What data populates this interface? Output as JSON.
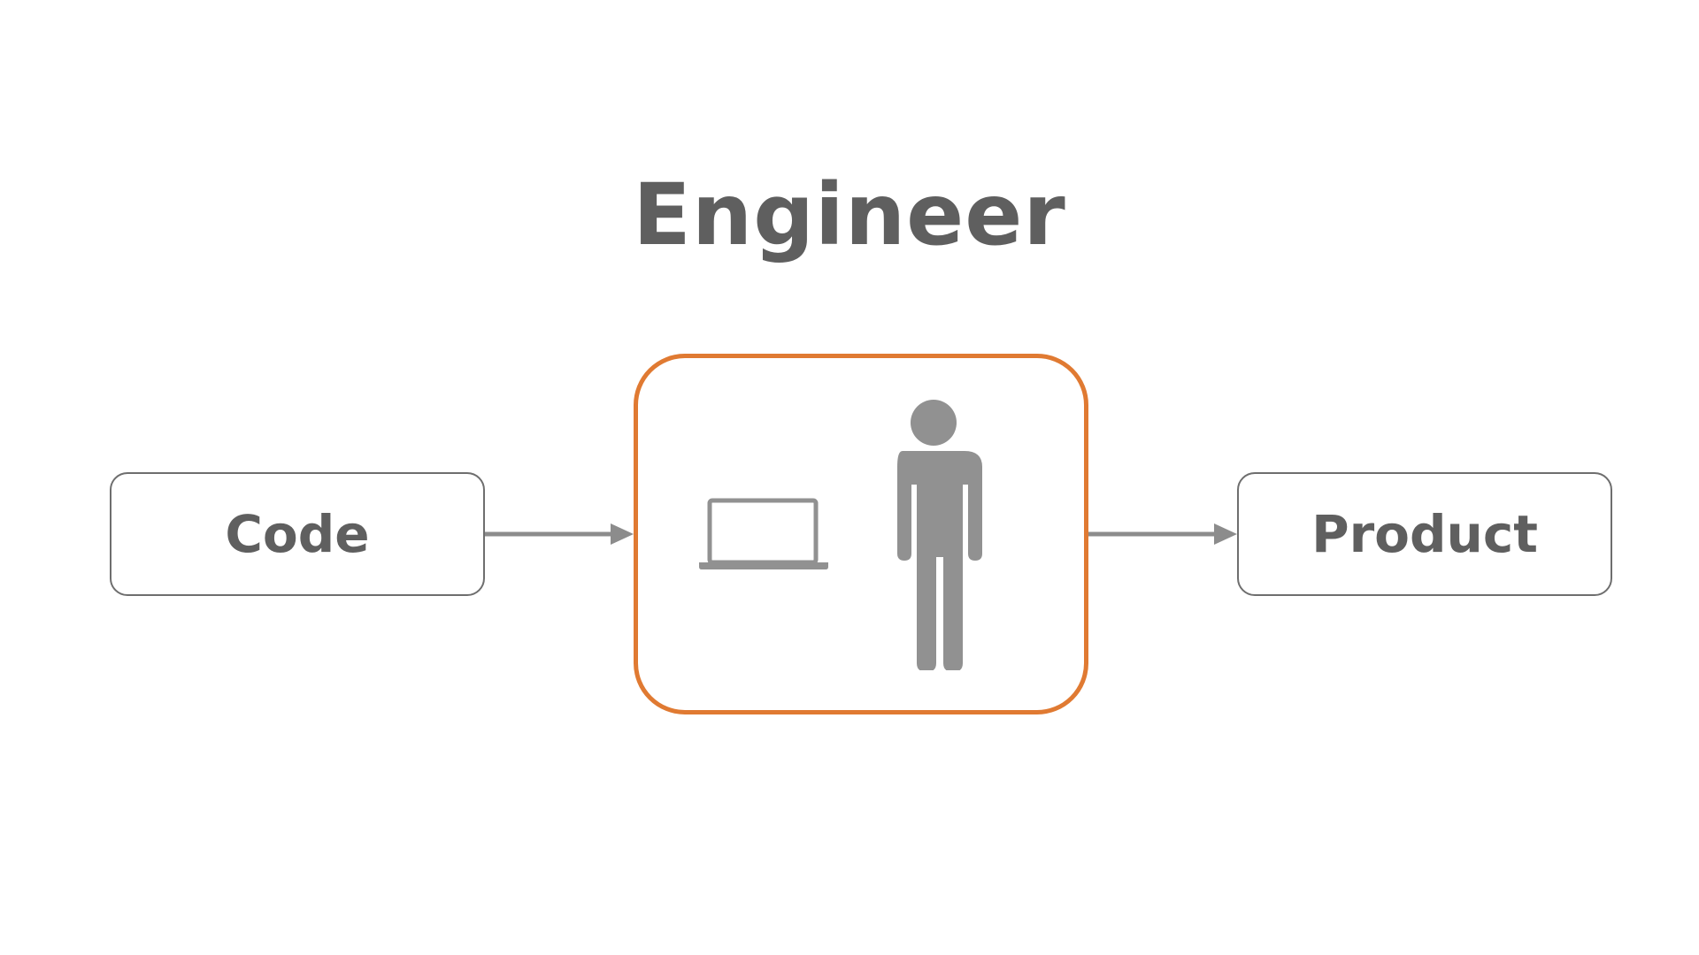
{
  "diagram": {
    "title": "Engineer",
    "input_label": "Code",
    "output_label": "Product",
    "icons": [
      "laptop-icon",
      "person-icon"
    ]
  },
  "colors": {
    "text": "#5f5f5f",
    "box_border": "#6e6e6e",
    "highlight_border": "#e07a32",
    "arrow": "#8c8c8c",
    "icon": "#919191"
  }
}
